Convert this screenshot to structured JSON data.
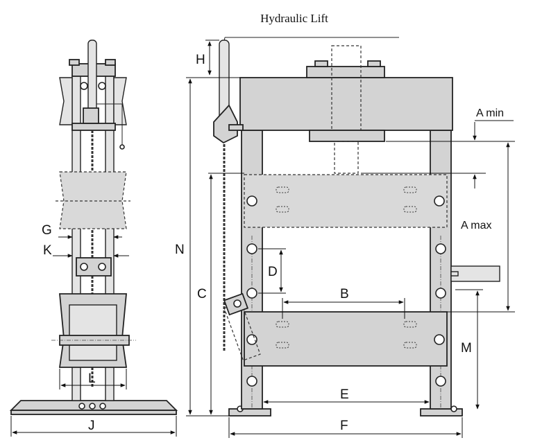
{
  "title": "Hydraulic Lift",
  "labels": {
    "H": "H",
    "N": "N",
    "C": "C",
    "D": "D",
    "B": "B",
    "E": "E",
    "F": "F",
    "M": "M",
    "A_min": "A min",
    "A_max": "A max",
    "G": "G",
    "K": "K",
    "L": "L",
    "J": "J"
  },
  "colors": {
    "frame": "#d3d3d3",
    "outline": "#222222",
    "background": "#ffffff"
  }
}
